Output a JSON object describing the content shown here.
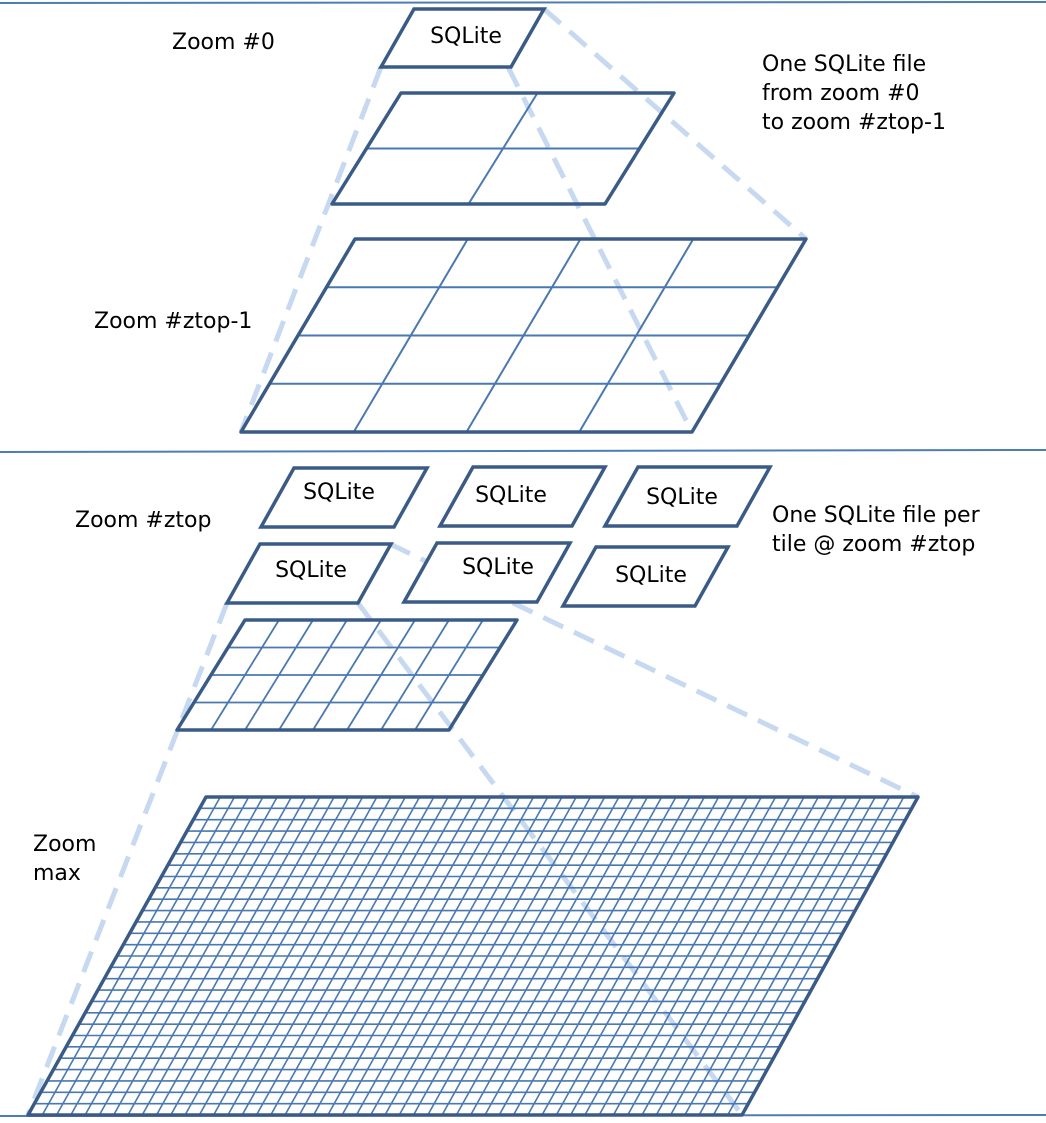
{
  "colors": {
    "outline": "#3b5b87",
    "grid": "#4a78b0",
    "separator": "#4f7db3",
    "dashed": "#c7d9f0",
    "text": "#000000"
  },
  "top_section": {
    "zoom0_label": "Zoom #0",
    "zoom0_tile_label": "SQLite",
    "zoom_ztop_minus1_label": "Zoom #ztop-1",
    "note_lines": [
      "One SQLite file",
      "from zoom #0",
      "to zoom #ztop-1"
    ]
  },
  "bottom_section": {
    "zoom_ztop_label": "Zoom #ztop",
    "tile_labels": [
      "SQLite",
      "SQLite",
      "SQLite",
      "SQLite",
      "SQLite",
      "SQLite"
    ],
    "note_lines": [
      "One SQLite file per",
      "tile @ zoom #ztop"
    ],
    "zoom_max_lines": [
      "Zoom",
      "max"
    ]
  },
  "grids": [
    {
      "name": "zoom-level-1-grid",
      "cols": 2,
      "rows": 2
    },
    {
      "name": "zoom-ztop-minus1-grid",
      "cols": 4,
      "rows": 4
    },
    {
      "name": "zoom-ztop-plus1-grid",
      "cols": 8,
      "rows": 4
    },
    {
      "name": "zoom-max-grid",
      "cols": 50,
      "rows": 28
    }
  ]
}
